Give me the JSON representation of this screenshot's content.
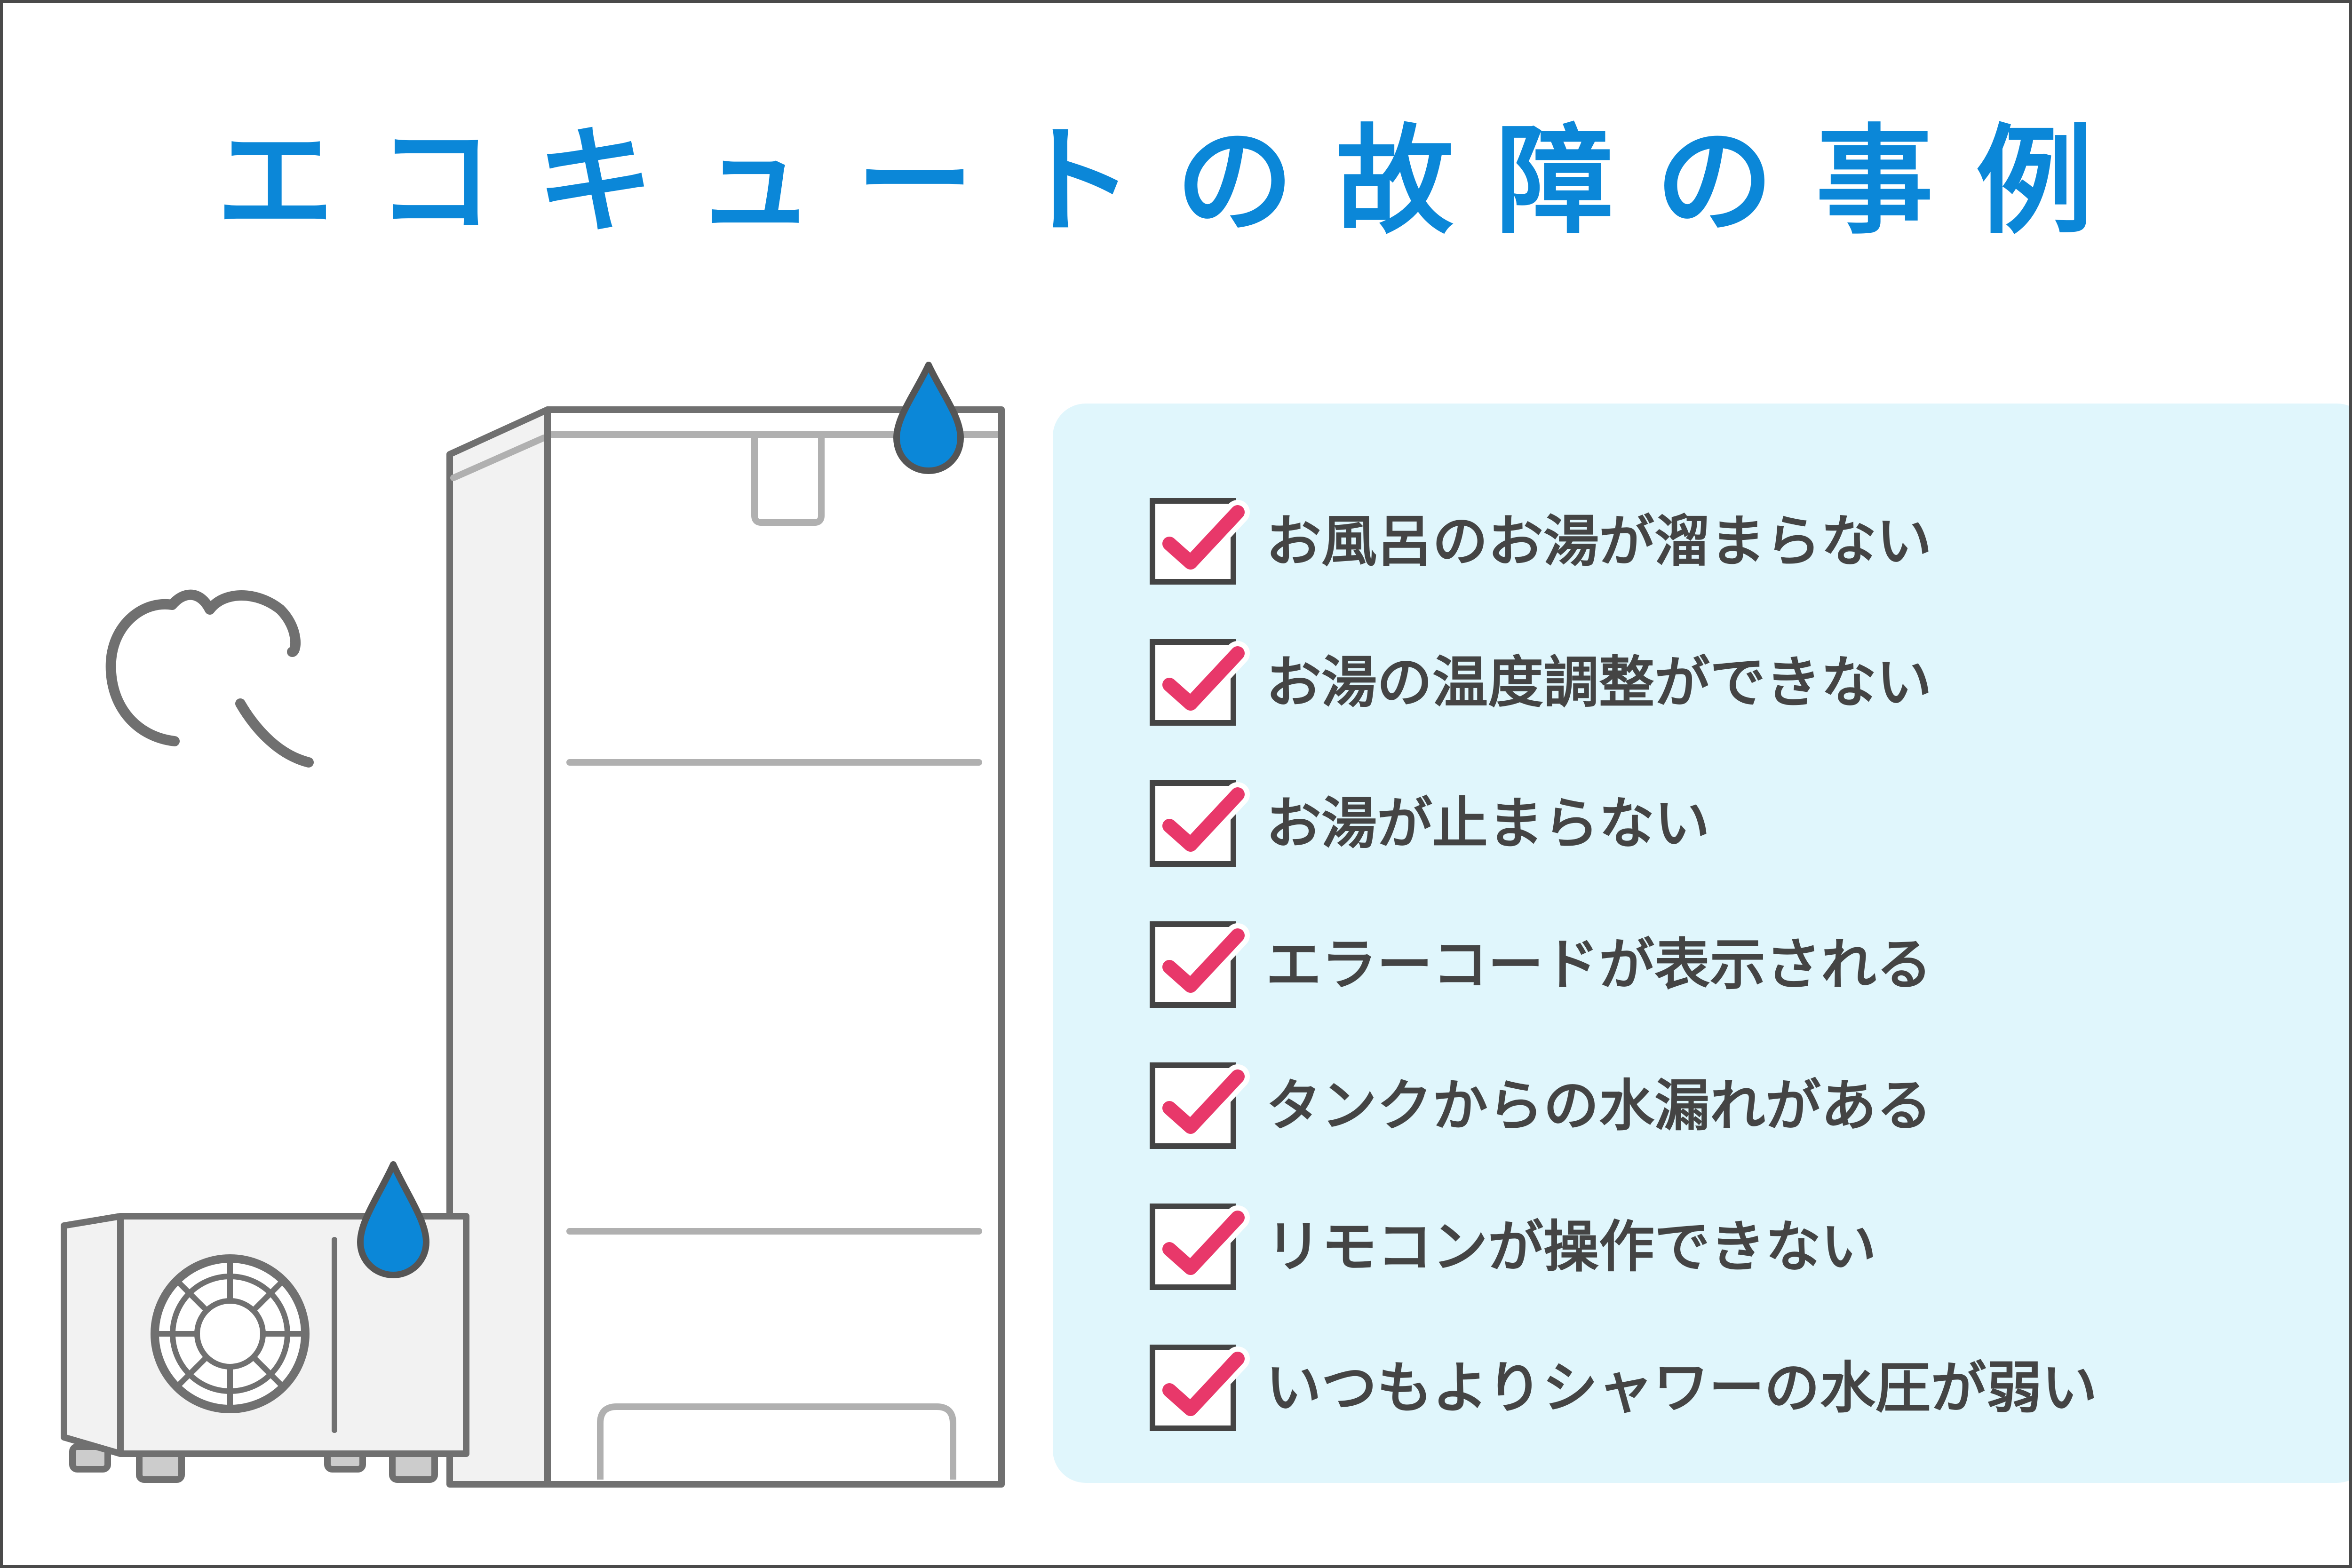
{
  "title": "エコキュートの故障の事例",
  "colors": {
    "title": "#0b87d8",
    "panel": "#e0f6fc",
    "check": "#e8386a",
    "outline": "#707070",
    "water_drop": "#0b87d8",
    "text": "#444444"
  },
  "illustration": {
    "tank_icon": "water-heater-tank-icon",
    "heat_pump_icon": "heat-pump-unit-icon",
    "drop_icon": "water-drop-icon",
    "steam_icon": "steam-puff-icon"
  },
  "checklist": [
    {
      "label": "お風呂のお湯が溜まらない",
      "checked": true
    },
    {
      "label": "お湯の温度調整ができない",
      "checked": true
    },
    {
      "label": "お湯が止まらない",
      "checked": true
    },
    {
      "label": "エラーコードが表示される",
      "checked": true
    },
    {
      "label": "タンクからの水漏れがある",
      "checked": true
    },
    {
      "label": "リモコンが操作できない",
      "checked": true
    },
    {
      "label": "いつもよりシャワーの水圧が弱い",
      "checked": true
    }
  ]
}
